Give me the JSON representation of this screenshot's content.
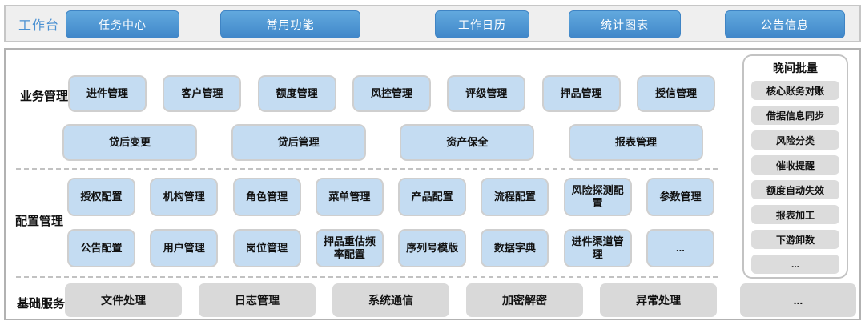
{
  "topbar": {
    "label": "工作台",
    "buttons": [
      "任务中心",
      "常用功能",
      "工作日历",
      "统计图表",
      "公告信息"
    ]
  },
  "sections": {
    "business": {
      "label": "业务管理",
      "row1": [
        "进件管理",
        "客户管理",
        "额度管理",
        "风控管理",
        "评级管理",
        "押品管理",
        "授信管理"
      ],
      "row2": [
        "贷后变更",
        "贷后管理",
        "资产保全",
        "报表管理"
      ]
    },
    "config": {
      "label": "配置管理",
      "row1": [
        "授权配置",
        "机构管理",
        "角色管理",
        "菜单管理",
        "产品配置",
        "流程配置",
        "风险探测配置",
        "参数管理"
      ],
      "row2": [
        "公告配置",
        "用户管理",
        "岗位管理",
        "押品重估频率配置",
        "序列号模版",
        "数据字典",
        "进件渠道管理",
        "..."
      ]
    },
    "base": {
      "label": "基础服务",
      "items": [
        "文件处理",
        "日志管理",
        "系统通信",
        "加密解密",
        "异常处理"
      ],
      "more": "..."
    }
  },
  "sidebar": {
    "title": "晚间批量",
    "items": [
      "核心账务对账",
      "借据信息同步",
      "风险分类",
      "催收提醒",
      "额度自动失效",
      "报表加工",
      "下游卸数",
      "..."
    ]
  },
  "colors": {
    "accent_blue": "#4a90d2",
    "button_blue": "#4d96d4",
    "module_blue": "#c4dcf2",
    "gray_box": "#d9d9d9"
  }
}
